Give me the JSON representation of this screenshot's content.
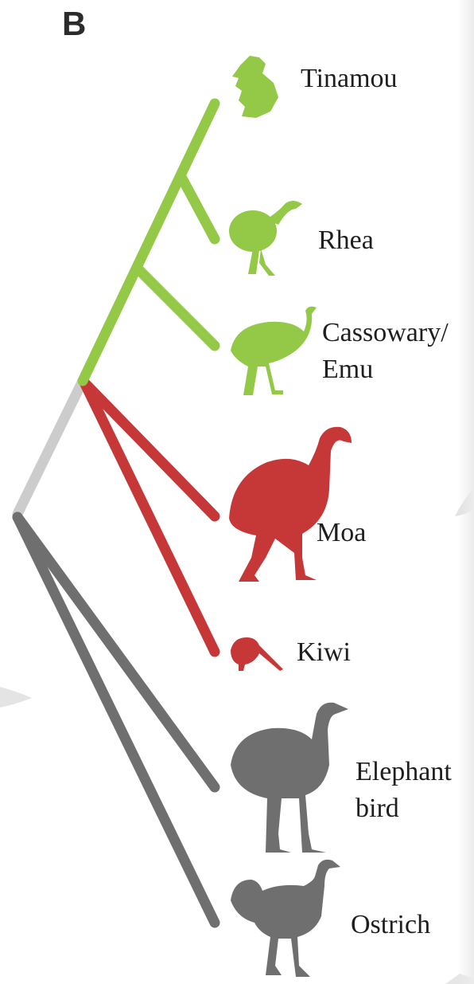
{
  "panel_label": "B",
  "colors": {
    "palaeognath_green": "#93c947",
    "australasian_red": "#c63737",
    "african_gray": "#6f6f6f",
    "root_stem": "#cccccc"
  },
  "taxa": {
    "tinamou": "Tinamou",
    "rhea": "Rhea",
    "cassowary_emu": "Cassowary/\nEmu",
    "moa": "Moa",
    "kiwi": "Kiwi",
    "elephant_bird": "Elephant\nbird",
    "ostrich": "Ostrich"
  }
}
